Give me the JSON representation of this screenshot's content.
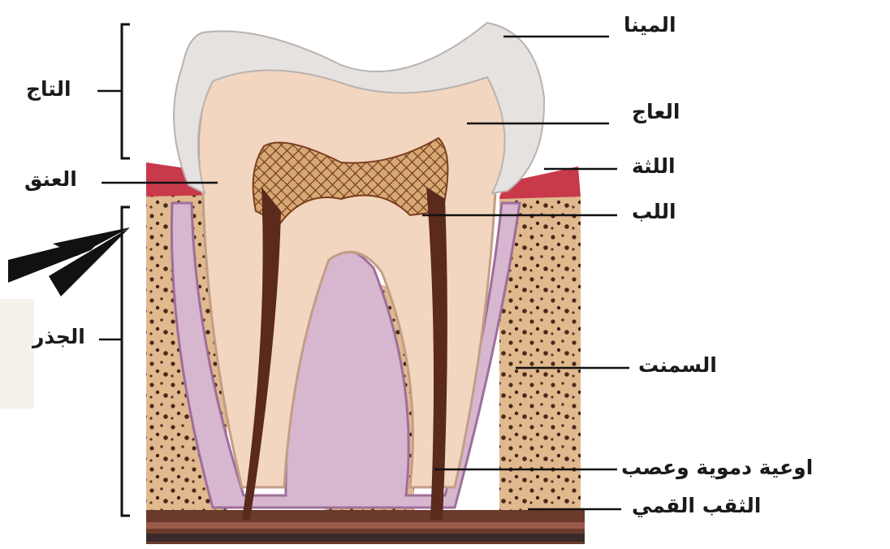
{
  "labels": {
    "enamel": "المينا",
    "dentin": "العاج",
    "gum": "اللثة",
    "pulp": "اللب",
    "cementum": "السمنت",
    "vessels_nerves": "اوعية دموية وعصب",
    "apical_foramen": "الثقب القمي",
    "crown": "التاج",
    "neck": "العنق",
    "root": "الجذر"
  },
  "colors": {
    "enamel": "#e6e2e0",
    "dentin": "#f3d6bf",
    "pulp": "#d5a874",
    "canal": "#5a2a1c",
    "bone": "#e0b98f",
    "bone_spots": "#4a2a1a",
    "gum": "#c8394a",
    "cementum": "#d7b6cf",
    "ink": "#1a1a1a"
  },
  "icons": {
    "arrow": "arrow-pointer-icon"
  }
}
